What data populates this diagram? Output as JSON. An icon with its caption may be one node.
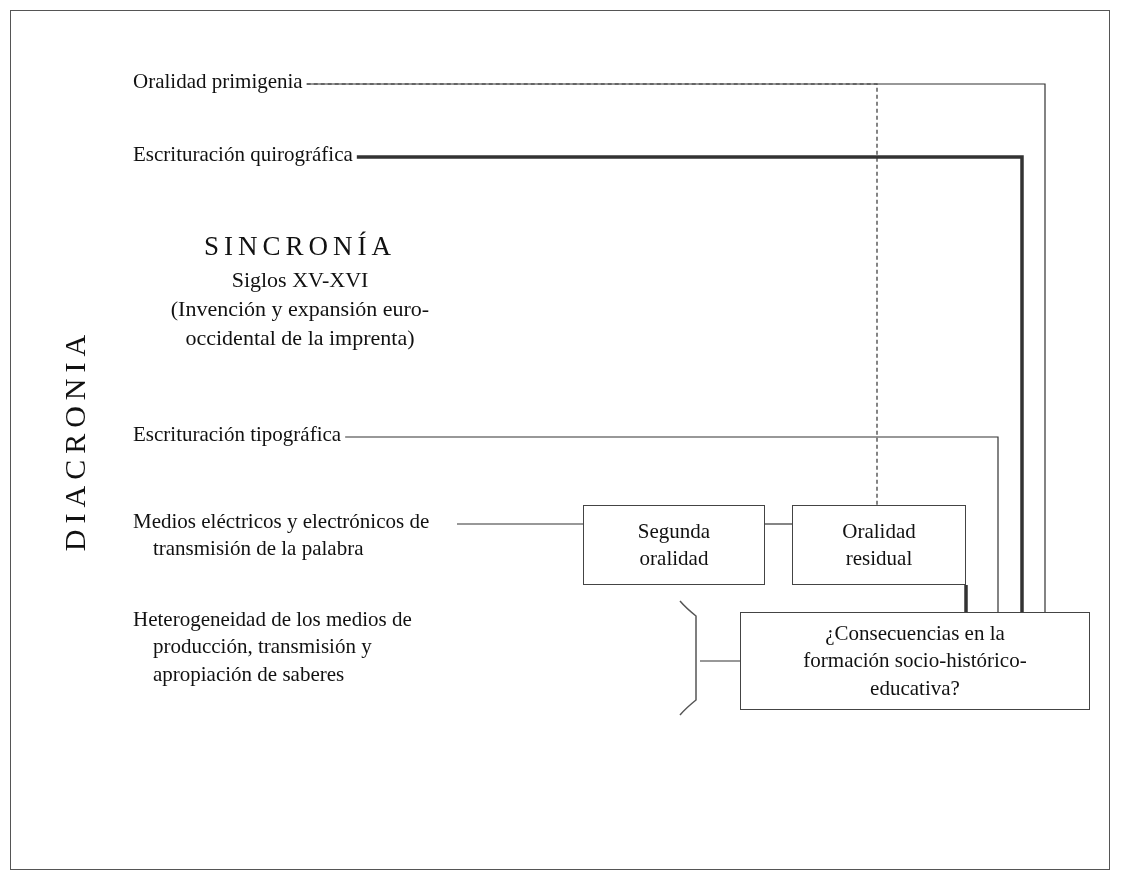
{
  "diagram": {
    "nodes": [
      {
        "text": [
          "Oralidad primigenia"
        ]
      },
      {
        "text": [
          "Escrituración quirográfica"
        ]
      },
      {
        "text": [
          "Escrituración tipográfica"
        ]
      },
      {
        "text": [
          "Medios eléctricos y electrónicos de transmisión de la palabra"
        ]
      },
      {
        "text": [
          "Segunda oralidad"
        ]
      },
      {
        "text": [
          "Oralidad residual"
        ]
      },
      {
        "text": [
          "Heterogeneidad de los medios de producción, transmisión y apropiación de saberes"
        ]
      },
      {
        "text": [
          "¿Consecuencias en la formación socio-histórico-educativa?"
        ]
      }
    ],
    "edges": [
      {
        "from": 0,
        "to": 7,
        "arrow": "none"
      },
      {
        "from": 1,
        "to": 7,
        "arrow": "none",
        "style": "thick"
      },
      {
        "from": 2,
        "to": 7,
        "arrow": "none"
      },
      {
        "from": 3,
        "to": 4,
        "arrow": "none"
      },
      {
        "from": 4,
        "to": 5,
        "arrow": "none"
      },
      {
        "from": 5,
        "to": 7,
        "arrow": "none",
        "style": "thick"
      },
      {
        "from": 0,
        "to": 5,
        "arrow": "none",
        "style": "dashed"
      },
      {
        "from": 6,
        "to": 7,
        "arrow": "none"
      }
    ],
    "labels": [
      "SINCRONÍA",
      "Siglos XV-XVI",
      "(Invención y expansión euro-occidental de la imprenta)",
      "DIACRONIA"
    ]
  }
}
